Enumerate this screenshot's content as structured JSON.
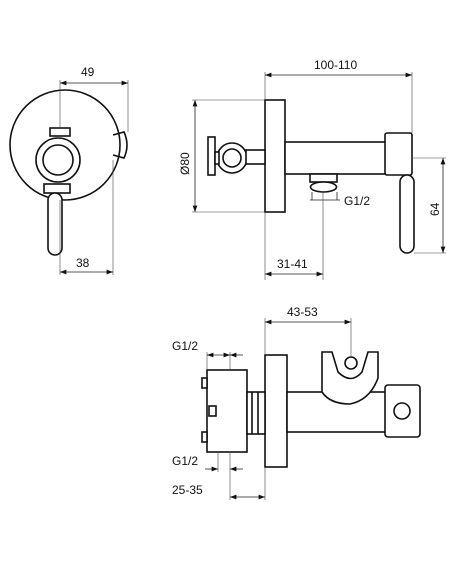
{
  "dimensions": {
    "front_width": "49",
    "front_handle_offset": "38",
    "side_length": "100-110",
    "side_diameter": "Ø80",
    "side_outlet_thread": "G1/2",
    "side_handle_height": "64",
    "side_depth": "31-41",
    "top_holder_distance": "43-53",
    "top_thread_upper": "G1/2",
    "top_thread_lower": "G1/2",
    "top_depth": "25-35"
  }
}
